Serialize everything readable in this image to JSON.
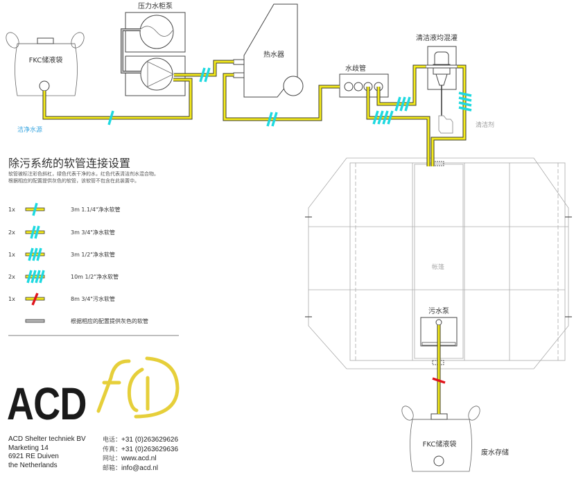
{
  "components": {
    "clean_bag_label": "FKC储液袋",
    "clean_source_label": "洁净水源",
    "pressure_pump_label": "压力水柜泵",
    "heater_label": "热水器",
    "manifold_label": "水歧管",
    "mixer_label": "清洁液均混灌",
    "detergent_label": "清洁剂",
    "tent_label": "帐篷",
    "sewage_pump_label": "污水泵",
    "waste_bag_label": "FKC储液袋",
    "waste_storage_label": "废水存储"
  },
  "legend": {
    "title": "除污系统的软管连接设置",
    "desc_line1": "软管被标注彩色斜杠，绿色代表干净的水，红色代表清洁剂水混合物。",
    "desc_line2": "根据相应的配置提供灰色的软管，该软管不包含在此装置中。",
    "items": [
      {
        "qty": "1x",
        "label": "3m 1.1/4\"净水软管",
        "marks": 1,
        "color": "#1ed9e0"
      },
      {
        "qty": "2x",
        "label": "3m 3/4\"净水软管",
        "marks": 2,
        "color": "#1ed9e0"
      },
      {
        "qty": "1x",
        "label": "3m 1/2\"净水软管",
        "marks": 3,
        "color": "#1ed9e0"
      },
      {
        "qty": "2x",
        "label": "10m  1/2\"净水软管",
        "marks": 4,
        "color": "#1ed9e0"
      },
      {
        "qty": "1x",
        "label": "8m 3/4\"污水软管",
        "marks": 1,
        "color": "#e0141c"
      },
      {
        "qty": "",
        "label": "根据相应的配置提供灰色的软管",
        "marks": 0,
        "color": "#bbbbbb"
      }
    ]
  },
  "logos": {
    "acd": "ACD",
    "fci": "fci"
  },
  "company": {
    "name": "ACD Shelter techniek BV",
    "street": "Marketing 14",
    "city": "6921 RE Duiven",
    "country": "the Netherlands"
  },
  "contact": {
    "tel_label": "电话：",
    "tel": "+31 (0)263629626",
    "fax_label": "传真：",
    "fax": "+31 (0)263629636",
    "web_label": "网址：",
    "web": "www.acd.nl",
    "mail_label": "邮箱：",
    "mail": "info@acd.nl"
  },
  "colors": {
    "clean_mark": "#1ed9e0",
    "dirty_mark": "#e0141c",
    "pipe": "#f4ea1c",
    "logo_yellow": "#e6cf3a"
  }
}
